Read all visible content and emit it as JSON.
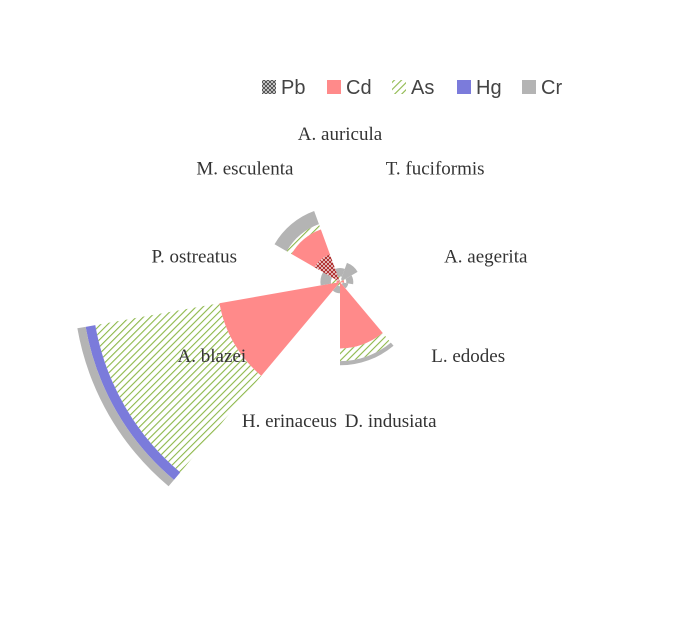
{
  "chart_data": {
    "type": "nightingale-rose (stacked polar bar)",
    "categories": [
      "A. auricula",
      "T. fuciformis",
      "A. aegerita",
      "L. edodes",
      "D. indusiata",
      "H. erinaceus",
      "A. blazei",
      "P. ostreatus",
      "M. esculenta"
    ],
    "series": [
      {
        "name": "Pb",
        "color": "#c04040",
        "pattern": "crosshatch",
        "values": [
          0,
          0,
          0,
          0,
          0,
          0,
          0,
          0,
          42
        ]
      },
      {
        "name": "Cd",
        "color": "#ff8a8a",
        "pattern": "solid",
        "values": [
          0,
          0,
          6,
          1,
          95,
          0,
          175,
          5,
          38
        ]
      },
      {
        "name": "As",
        "color": "#9cbf5a",
        "pattern": "diagonal",
        "values": [
          8,
          4,
          3,
          3,
          18,
          6,
          180,
          8,
          8
        ]
      },
      {
        "name": "Hg",
        "color": "#7b7bdb",
        "pattern": "solid",
        "values": [
          0,
          0,
          0,
          0,
          0,
          0,
          14,
          0,
          0
        ]
      },
      {
        "name": "Cr",
        "color": "#b4b4b4",
        "pattern": "solid",
        "values": [
          12,
          25,
          10,
          8,
          6,
          10,
          12,
          15,
          20
        ]
      }
    ],
    "legend_position": "top",
    "radial_axis": "none shown"
  }
}
